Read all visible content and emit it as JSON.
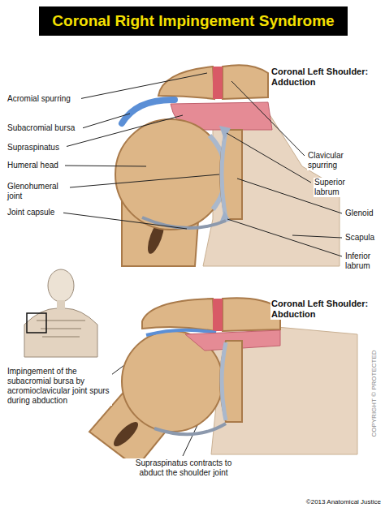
{
  "diagram": {
    "title": "Coronal Right Impingement Syndrome",
    "labels": [
      "Coronal Left Shoulder: Adduction",
      "Acromial spurring",
      "Subacromial bursa",
      "Supraspinatus",
      "Humeral head",
      "Glenohumeral joint",
      "Joint capsule",
      "Clavicular spurring",
      "Superior labrum",
      "Glenoid",
      "Scapula",
      "Inferior labrum",
      "Coronal Left Shoulder: Abduction",
      "Impingement of the subacromial bursa by acromioclavicular joint spurs during abduction",
      "Supraspinatus contracts to abduct the shoulder joint",
      "COPYRIGHT © PROTECTED",
      "©2013 Anatomical Justice"
    ]
  }
}
